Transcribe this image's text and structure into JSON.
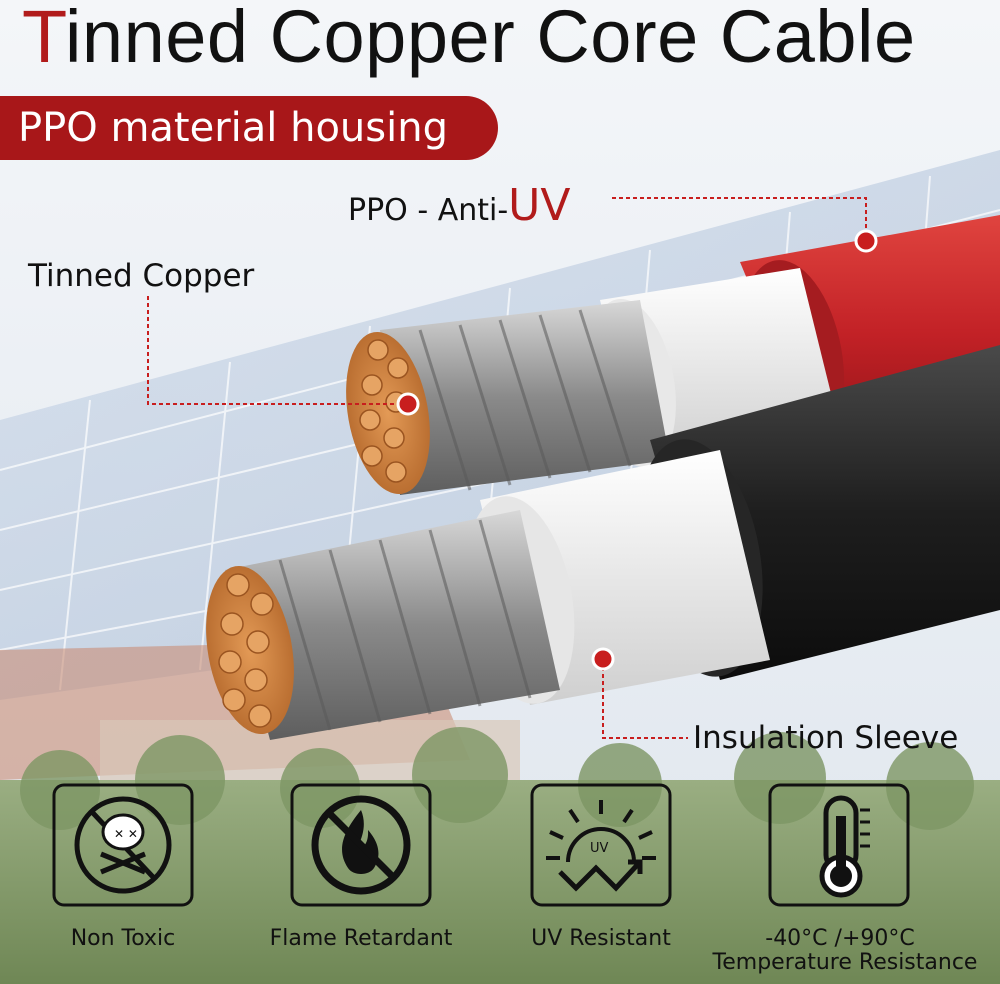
{
  "title": {
    "first_letter": "T",
    "rest": "inned Copper Core Cable"
  },
  "banner": {
    "text": "PPO material housing"
  },
  "callouts": {
    "ppo_prefix": "PPO - Anti-",
    "ppo_uv": "UV",
    "tinned_copper": "Tinned Copper",
    "insulation": "Insulation Sleeve"
  },
  "features": [
    {
      "label": "Non Toxic",
      "icon": "skull-crossbones-icon"
    },
    {
      "label": "Flame Retardant",
      "icon": "no-fire-icon"
    },
    {
      "label": "UV Resistant",
      "icon": "uv-sun-icon"
    },
    {
      "label": "-40°C /+90°C",
      "label2": "Temperature Resistance",
      "icon": "thermometer-icon"
    }
  ],
  "colors": {
    "accent": "#a81719",
    "cable_red": "#c22126",
    "cable_black": "#1e1e1e",
    "copper": "#c97b3a"
  }
}
